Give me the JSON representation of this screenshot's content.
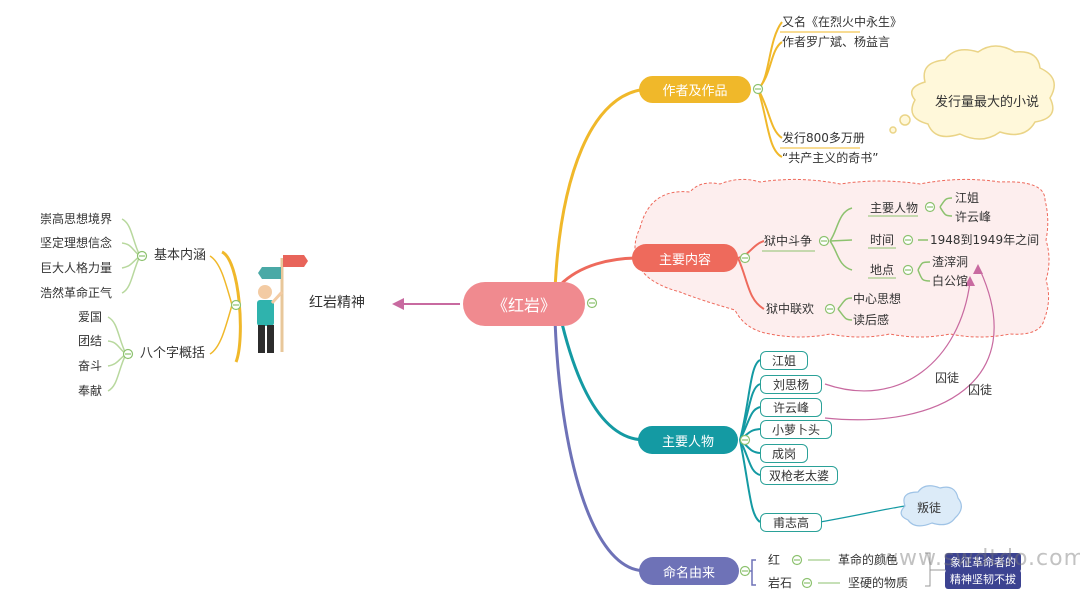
{
  "center": "《红岩》",
  "spirit": {
    "title": "红岩精神",
    "groups": [
      {
        "label": "基本内涵",
        "items": [
          "崇高思想境界",
          "坚定理想信念",
          "巨大人格力量",
          "浩然革命正气"
        ]
      },
      {
        "label": "八个字概括",
        "items": [
          "爱国",
          "团结",
          "奋斗",
          "奉献"
        ]
      }
    ]
  },
  "author": {
    "label": "作者及作品",
    "items": [
      "又名《在烈火中永生》",
      "作者罗广斌、杨益言",
      "发行800多万册",
      "“共产主义的奇书”"
    ],
    "cloud": "发行量最大的小说"
  },
  "content": {
    "label": "主要内容",
    "struggle": {
      "label": "狱中斗争",
      "people_label": "主要人物",
      "people": [
        "江姐",
        "许云峰"
      ],
      "time_label": "时间",
      "time": "1948到1949年之间",
      "place_label": "地点",
      "places": [
        "渣滓洞",
        "白公馆"
      ]
    },
    "party": {
      "label": "狱中联欢",
      "items": [
        "中心思想",
        "读后感"
      ]
    }
  },
  "characters": {
    "label": "主要人物",
    "items": [
      "江姐",
      "刘思杨",
      "许云峰",
      "小萝卜头",
      "成岗",
      "双枪老太婆",
      "甫志高"
    ],
    "prisoner": "囚徒",
    "traitor": "叛徒"
  },
  "naming": {
    "label": "命名由来",
    "items": [
      {
        "word": "红",
        "meaning": "革命的颜色"
      },
      {
        "word": "岩石",
        "meaning": "坚硬的物质"
      }
    ],
    "tags": [
      "象征革命者的",
      "精神坚韧不拔"
    ]
  },
  "watermark": "www.swdtdo.com",
  "colors": {
    "center": "#f08a8f",
    "author": "#f0b82a",
    "content": "#ee6a5c",
    "characters": "#149aa3",
    "naming": "#6e72b7"
  }
}
